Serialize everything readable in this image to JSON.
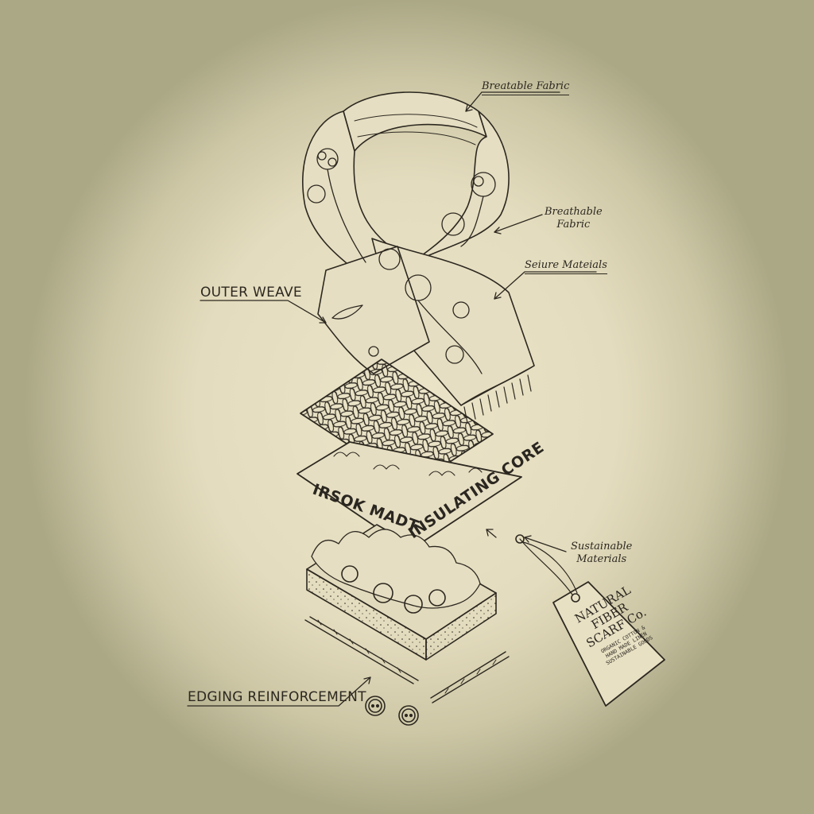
{
  "labels": {
    "breathable_top": "Breatable Fabric",
    "breathable_mid": "Breathable\nFabric",
    "secure_materials": "Seiure Mateials",
    "sustainable_materials": "Sustainable\nMaterials",
    "outer_weave": "OUTER WEAVE",
    "edging": "EDGING REINFORCEMENT"
  },
  "panels": {
    "left_text": "IRSOK MADT",
    "right_text": "INSULATING CORE"
  },
  "tag": {
    "brand": "NATURAL\nFIBER\nSCARF Co.",
    "fine_print": "ORGANIC COTTON &\nHAND MADE LINEN\nSUSTAINABLE GOODS"
  },
  "colors": {
    "ink": "#2c2820",
    "paper": "#e8e1c5",
    "vignette": "#a8a586"
  }
}
